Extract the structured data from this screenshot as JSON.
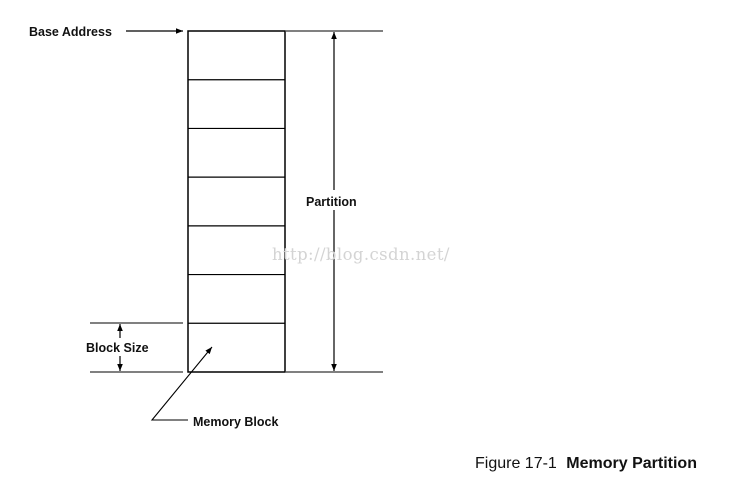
{
  "labels": {
    "base_address": "Base Address",
    "partition": "Partition",
    "block_size": "Block Size",
    "memory_block": "Memory Block"
  },
  "watermark": "http://blog.csdn.net/",
  "caption": {
    "number": "Figure 17-1",
    "title": "Memory Partition"
  },
  "partition": {
    "block_count": 7
  },
  "colors": {
    "line": "#000000",
    "text": "#111111",
    "watermark": "#d4d4d4"
  }
}
